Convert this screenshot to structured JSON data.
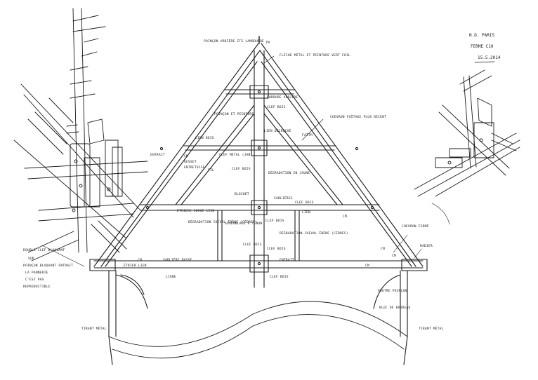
{
  "title_block": {
    "line1": "N.D. PARIS",
    "line2": "FERME C10",
    "line3": "15.5.2014"
  },
  "side_note": {
    "lines": [
      "DOUBLE CLEF BLOQUANT",
      "SUR",
      "POINÇON BLOQUANT ENTRAIT",
      "LA PANNERIE",
      "C'EST PAS",
      "REPRODUCTIBLE"
    ]
  },
  "labels": {
    "poincon_arriere": "POINÇON ARRIÈRE ITS LAMBOURDE",
    "tm_top": "TM",
    "fleche_metal": "FLÈCHE MÉTAL ET PEINTURE VERT FOIL",
    "bordure_arriere": "BORDURE ARRIÈRE",
    "clef_bois_top": "CLEF BOIS",
    "chevron_faitage": "CHEVRON FAÎTAGE PLUS RÉCENT",
    "poincon_haut": "POINÇON ET PEINTURE",
    "lien_decroche": "LIEN DÉCROCHÉ",
    "faitm": "FAÎTM",
    "lien_bois": "LIEN BOIS",
    "entrait_haut": "ENTRAIT",
    "cm_left": "CM",
    "clef_metal": "CLEF MÉTAL (JAN)",
    "gesset_left": "GESSET",
    "entretoise": "ENTRETOISE",
    "fil": "FIL",
    "clef_bois_mid": "CLEF BOIS",
    "degradation_jaune": "DÉGRADATION EN JAUNE",
    "blochet": "BLOCHET",
    "sablieres": "SABLIÈRES",
    "clef_bois_right": "CLEF BOIS",
    "lien_right": "LIEN",
    "cm_right_upper": "CM",
    "etrier_lien": "ÉTRIERS GORGE LIEN",
    "degradation_left": "DÉGRADATION CHEVAL ÉBÈNE (CÉDRES)",
    "assemblage": "ASSEMBLAGE À TENON",
    "clef_bois_center": "CLEF BOIS",
    "degradation_right": "DÉGRADATION CHEVAL ÉBÈNE (CÉDRES)",
    "clef_bois_low": "CLEF BOIS",
    "clef_bois_low2": "CLEF BOIS",
    "chevron_ferme": "CHEVRON FERMÉ",
    "cm_right": "CM",
    "cm_far_right": "CM",
    "radier": "RADIER",
    "entrait_bas": "ENTRAIT",
    "sabliere_basse": "SABLIÈRE BASSE",
    "cm_left_low": "CM",
    "etrier_left": "ÉTRIER LIEN",
    "clef_bois_bottom": "CLEF BOIS",
    "ligne_right": "LIGNE",
    "tirant_metal_left": "TIRANT MÉTAL",
    "tirant_metal_right": "TIRANT MÉTAL",
    "poutre_poincon": "POUTRE POINÇON",
    "bloc_bardeau": "BLOC DE BARDEAU",
    "cm_base": "CM"
  }
}
